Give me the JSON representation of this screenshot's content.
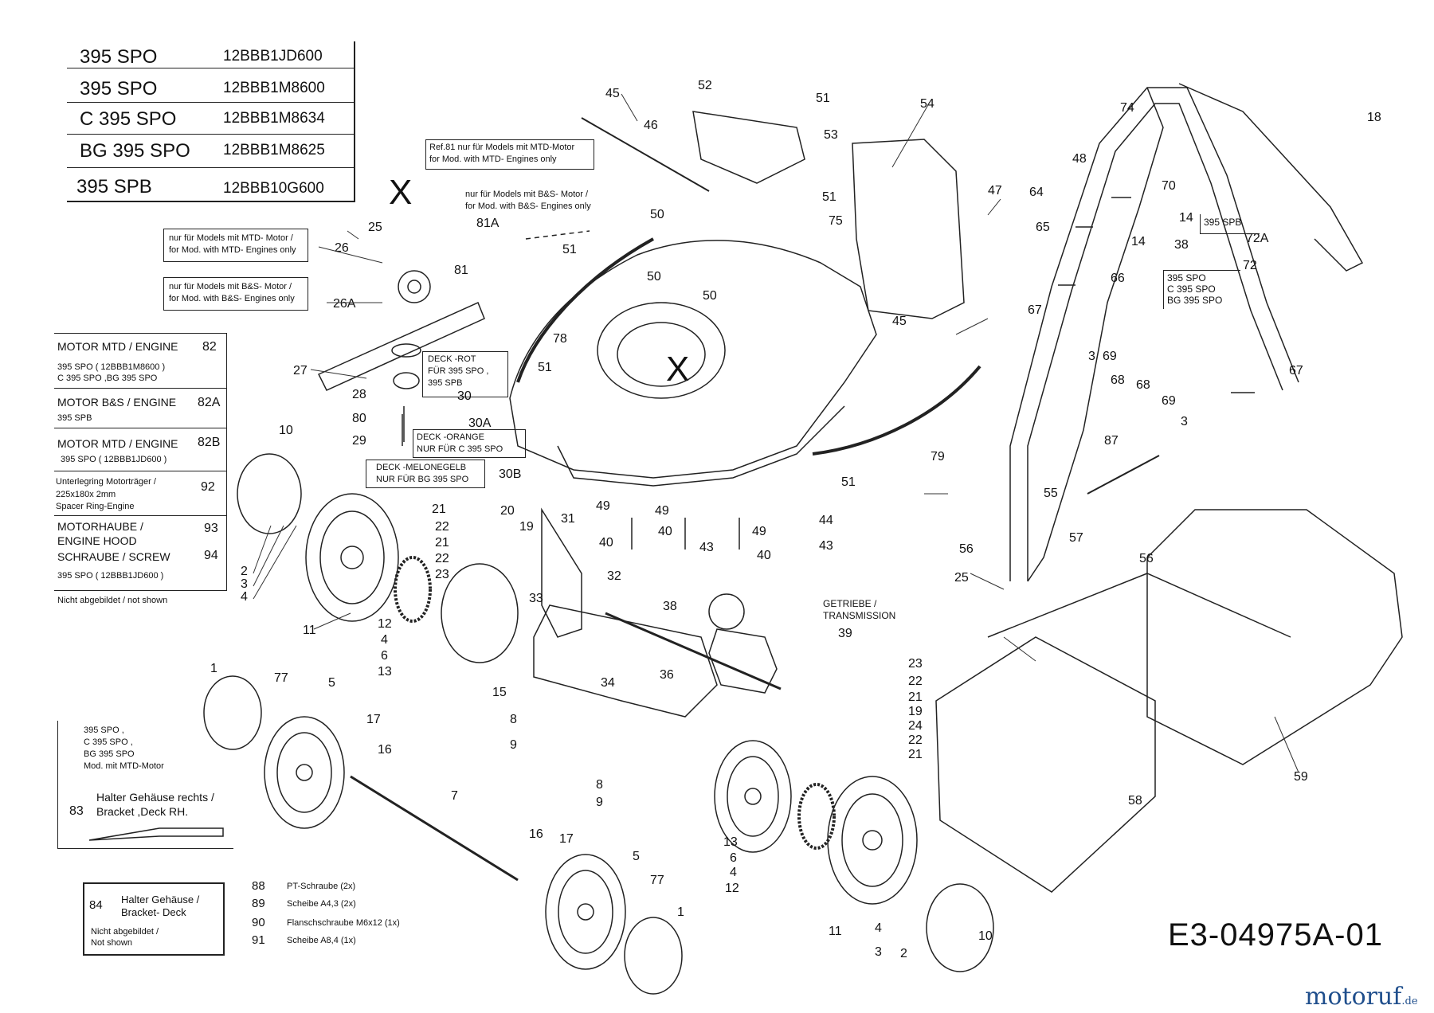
{
  "drawing_id": "E3-04975A-01",
  "brand_watermark": "motoruf",
  "brand_watermark_tld": ".de",
  "big_x_marks": [
    "X",
    "X"
  ],
  "models": [
    {
      "name": "395 SPO",
      "code": "12BBB1JD600"
    },
    {
      "name": "395 SPO",
      "code": "12BBB1M8600"
    },
    {
      "name": "C 395 SPO",
      "code": "12BBB1M8634"
    },
    {
      "name": "BG 395 SPO",
      "code": "12BBB1M8625"
    },
    {
      "name": "395 SPB",
      "code": "12BBB10G600"
    }
  ],
  "legend_left": [
    {
      "title": "MOTOR MTD / ENGINE",
      "ref": "82",
      "detail": [
        "395 SPO ( 12BBB1M8600 )",
        "C 395 SPO ,BG 395 SPO"
      ]
    },
    {
      "title": "MOTOR B&S / ENGINE",
      "ref": "82A",
      "detail": [
        "395 SPB"
      ]
    },
    {
      "title": "MOTOR MTD / ENGINE",
      "ref": "82B",
      "detail": [
        "395 SPO ( 12BBB1JD600 )"
      ]
    },
    {
      "title": "Unterlegring Motorträger /",
      "ref": "92",
      "detail": [
        "225x180x 2mm",
        "Spacer Ring-Engine"
      ]
    },
    {
      "title": "MOTORHAUBE /",
      "ref": "93",
      "detail": [
        "ENGINE HOOD"
      ]
    },
    {
      "title": "SCHRAUBE / SCREW",
      "ref": "94",
      "detail": [
        "395 SPO ( 12BBB1JD600 )"
      ]
    }
  ],
  "legend_left_note": "Nicht abgebildet / not shown",
  "notes": {
    "mtd_pulley": [
      "nur für Models mit MTD- Motor /",
      "for Mod. with MTD- Engines only"
    ],
    "bs_pulley": [
      "nur für Models mit B&S- Motor /",
      "for Mod. with B&S- Engines only"
    ],
    "ref81": [
      "Ref.81 nur für Models mit MTD-Motor",
      "for Mod. with MTD- Engines only"
    ],
    "bs_81a": [
      "nur für Models mit B&S- Motor /",
      "for Mod. with B&S- Engines only"
    ],
    "deck_rot": [
      "DECK -ROT",
      "FÜR 395 SPO ,",
      "395 SPB"
    ],
    "deck_orange": [
      "DECK -ORANGE",
      "NUR FÜR C 395 SPO"
    ],
    "deck_melone": [
      "DECK -MELONEGELB",
      "NUR FÜR BG 395 SPO"
    ],
    "getriebe": [
      "GETRIEBE /",
      "TRANSMISSION"
    ],
    "spb_box": "395 SPB",
    "spo_box": [
      "395 SPO",
      "C 395 SPO",
      "BG 395 SPO"
    ],
    "mtd_models": [
      "395 SPO ,",
      "C 395 SPO ,",
      "BG 395 SPO",
      "Mod. mit MTD-Motor"
    ],
    "bracket_83": {
      "ref": "83",
      "lines": [
        "Halter Gehäuse rechts /",
        "Bracket ,Deck RH."
      ]
    },
    "bracket_84": {
      "ref": "84",
      "lines": [
        "Halter Gehäuse /",
        "Bracket- Deck"
      ],
      "note": [
        "Nicht abgebildet /",
        "Not shown"
      ]
    }
  },
  "small_parts": [
    {
      "ref": "88",
      "label": "PT-Schraube (2x)"
    },
    {
      "ref": "89",
      "label": "Scheibe A4,3 (2x)"
    },
    {
      "ref": "90",
      "label": "Flanschschraube M6x12 (1x)"
    },
    {
      "ref": "91",
      "label": "Scheibe A8,4 (1x)"
    }
  ],
  "callouts": [
    "45",
    "52",
    "51",
    "46",
    "53",
    "54",
    "47",
    "51",
    "75",
    "50",
    "51",
    "81A",
    "50",
    "50",
    "45",
    "78",
    "51",
    "81",
    "25",
    "26",
    "26A",
    "27",
    "28",
    "80",
    "29",
    "30",
    "30A",
    "30B",
    "10",
    "2",
    "3",
    "4",
    "11",
    "21",
    "22",
    "20",
    "19",
    "21",
    "22",
    "23",
    "31",
    "12",
    "4",
    "6",
    "13",
    "33",
    "32",
    "34",
    "15",
    "49",
    "40",
    "49",
    "40",
    "43",
    "49",
    "40",
    "43",
    "44",
    "51",
    "79",
    "25",
    "38",
    "36",
    "39",
    "55",
    "56",
    "57",
    "56",
    "87",
    "74",
    "18",
    "48",
    "70",
    "64",
    "65",
    "14",
    "14",
    "38",
    "66",
    "72A",
    "72",
    "67",
    "69",
    "68",
    "68",
    "69",
    "3",
    "3",
    "67",
    "1",
    "77",
    "5",
    "17",
    "16",
    "7",
    "16",
    "17",
    "5",
    "77",
    "1",
    "8",
    "9",
    "8",
    "9",
    "13",
    "6",
    "4",
    "12",
    "23",
    "22",
    "21",
    "19",
    "24",
    "22",
    "21",
    "11",
    "4",
    "3",
    "2",
    "10",
    "58",
    "59"
  ]
}
